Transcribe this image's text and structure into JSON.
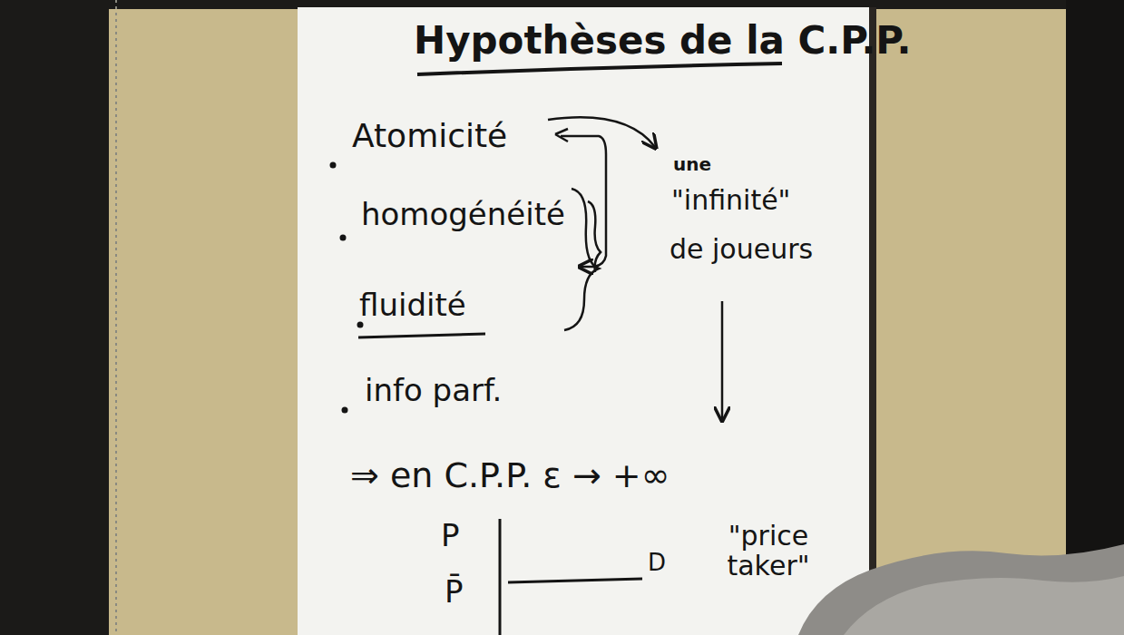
{
  "diagram": {
    "title": "Hypothèses de la C.P.P.",
    "labels": [
      "Atomicité",
      "homogénéité",
      "fluidité",
      "info parf.",
      "une",
      "\"infinité\"",
      "de joueurs",
      "⇒ en C.P.P. ε → +∞",
      "P",
      "P̄",
      "D",
      "\"price taker\""
    ]
  }
}
